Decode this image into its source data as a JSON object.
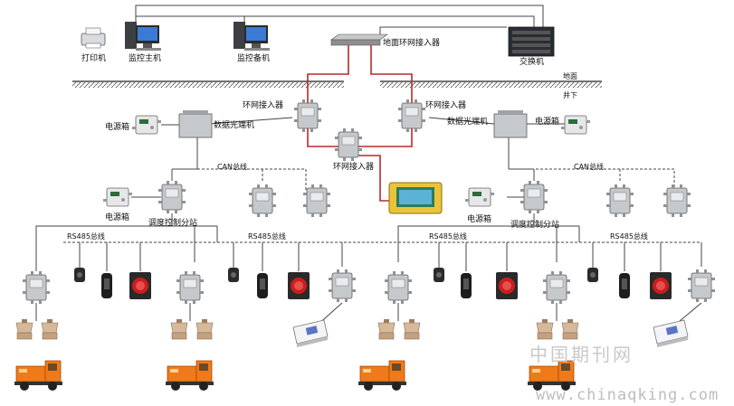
{
  "labels": {
    "printer": "打印机",
    "monitor_host": "监控主机",
    "monitor_backup": "监控备机",
    "ground_ring": "地面环网接入器",
    "switch": "交换机",
    "ground": "地面",
    "underground": "井下",
    "ring_left": "环网接入器",
    "ring_right": "环网接入器",
    "ring_center": "环网接入器",
    "optical_left": "数据光端机",
    "optical_right": "数据光端机",
    "power_top_left": "电源箱",
    "power_top_right": "电源箱",
    "can_left": "CAN总线",
    "can_right": "CAN总线",
    "power_mid_left": "电源箱",
    "power_mid_right": "电源箱",
    "station_left": "调度控制分站",
    "station_right": "调度控制分站",
    "rs485_1": "RS485总线",
    "rs485_2": "RS485总线",
    "rs485_3": "RS485总线",
    "rs485_4": "RS485总线"
  },
  "watermark": {
    "cn": "中国期刊网",
    "url": "www.chinaqking.com"
  },
  "colors": {
    "fiber": "#b52b2b",
    "wire": "#444444",
    "device": "#c4c7ca",
    "locomotive": "#ef7a1a",
    "signal_red": "#cc1d1d"
  }
}
